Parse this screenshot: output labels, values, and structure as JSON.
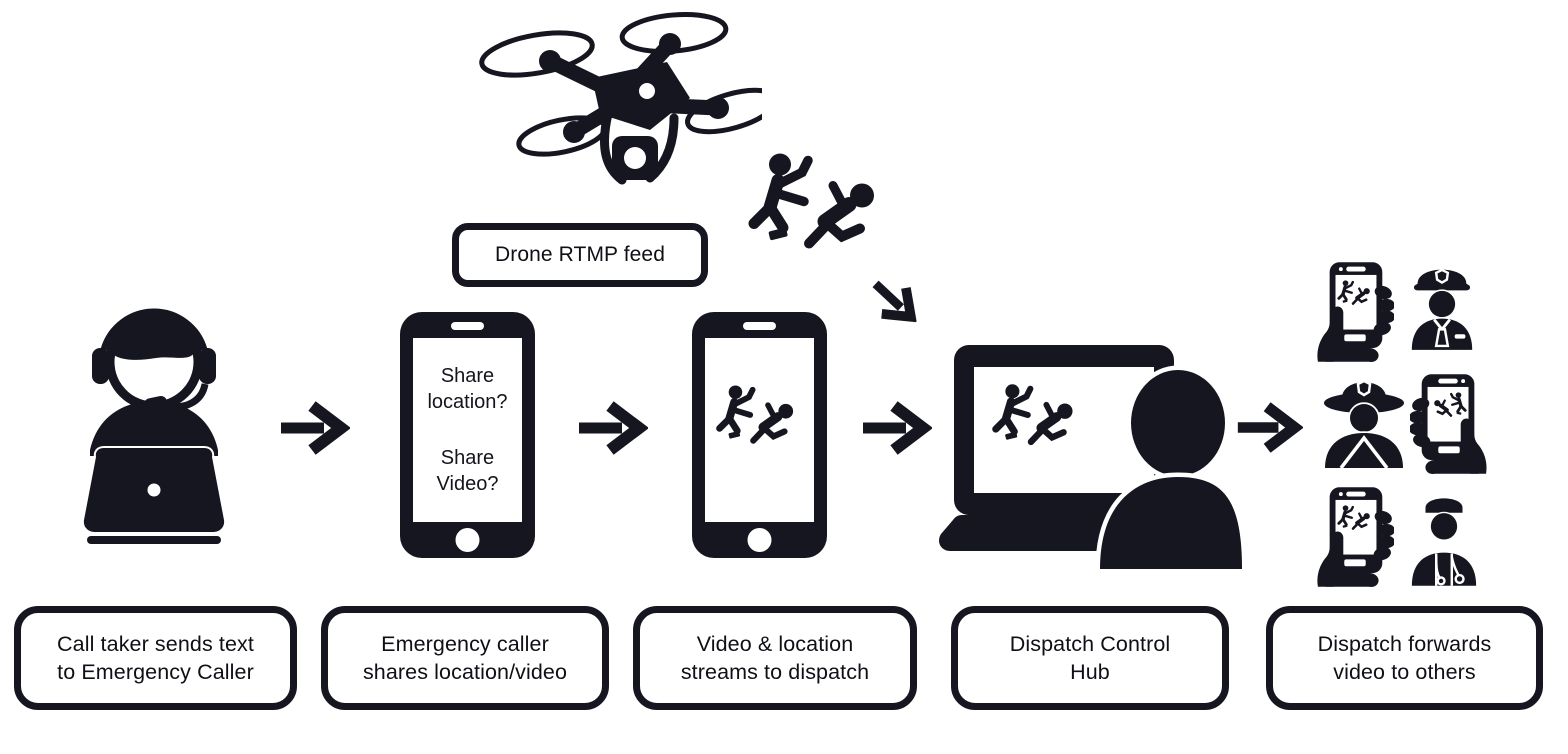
{
  "colors": {
    "ink": "#161620",
    "paper": "#ffffff"
  },
  "drone_feed": {
    "label": "Drone RTMP feed"
  },
  "caller_phone": {
    "prompt_location": "Share\nlocation?",
    "prompt_video": "Share\nVideo?"
  },
  "steps": [
    {
      "label": "Call taker sends text\nto Emergency Caller"
    },
    {
      "label": "Emergency caller\nshares location/video"
    },
    {
      "label": "Video & location\nstreams to dispatch"
    },
    {
      "label": "Dispatch Control\nHub"
    },
    {
      "label": "Dispatch forwards\nvideo to others"
    }
  ],
  "icons": {
    "drone": "quadcopter-drone-icon",
    "incident": "assault-incident-icon",
    "call_taker": "call-taker-headset-laptop-icon",
    "caller_phone": "smartphone-icon",
    "streaming_phone": "smartphone-video-icon",
    "dispatch_hub": "dispatcher-at-laptop-icon",
    "flow_arrow": "right-arrow-icon",
    "drone_arrow": "down-right-arrow-icon",
    "responders": [
      "phone-in-hand-icon",
      "police-officer-icon",
      "firefighter-icon",
      "paramedic-icon"
    ]
  }
}
